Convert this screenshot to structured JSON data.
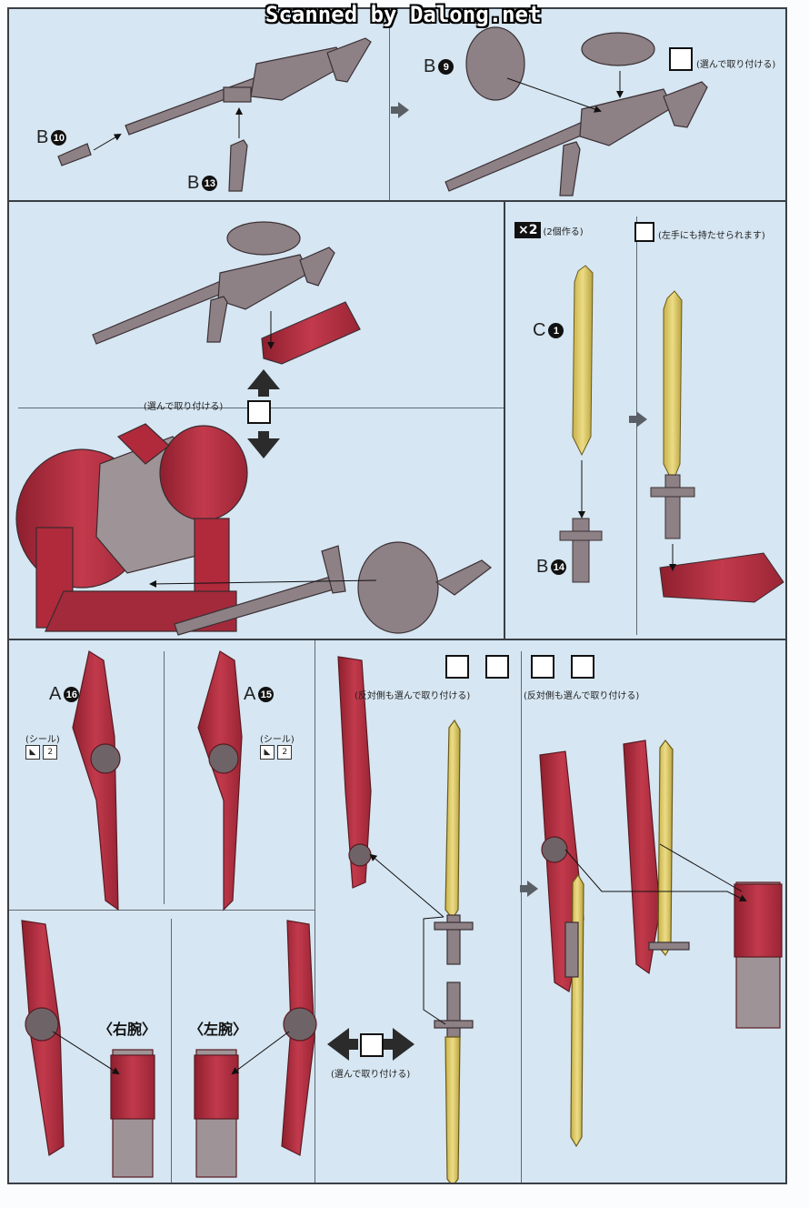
{
  "watermark": "Scanned by Dalong.net",
  "labels": {
    "b10": "B",
    "b10_num": "10",
    "b13": "B",
    "b13_num": "13",
    "b9": "B",
    "b9_num": "9",
    "c1": "C",
    "c1_num": "1",
    "b14": "B",
    "b14_num": "14",
    "a16": "A",
    "a16_num": "16",
    "a15": "A",
    "a15_num": "15"
  },
  "notes": {
    "select_attach_1": "(選んで取り付ける)",
    "select_attach_2": "(選んで取り付ける)",
    "select_attach_3": "(選んで取り付ける)",
    "make_two": "(2個作る)",
    "make_two_badge": "×2",
    "left_hand": "(左手にも持たせられます)",
    "opposite_1": "(反対側も選んで取り付ける)",
    "opposite_2": "(反対側も選んで取り付ける)",
    "seal_1": "(シール)",
    "seal_1_num": "2",
    "seal_2": "(シール)",
    "seal_2_num": "2",
    "right_arm": "〈右腕〉",
    "left_arm": "〈左腕〉"
  },
  "colors": {
    "background": "#d6e6f2",
    "part_gray": "#8d8186",
    "part_red": "#b02a3c",
    "part_gold": "#d9c55e"
  }
}
